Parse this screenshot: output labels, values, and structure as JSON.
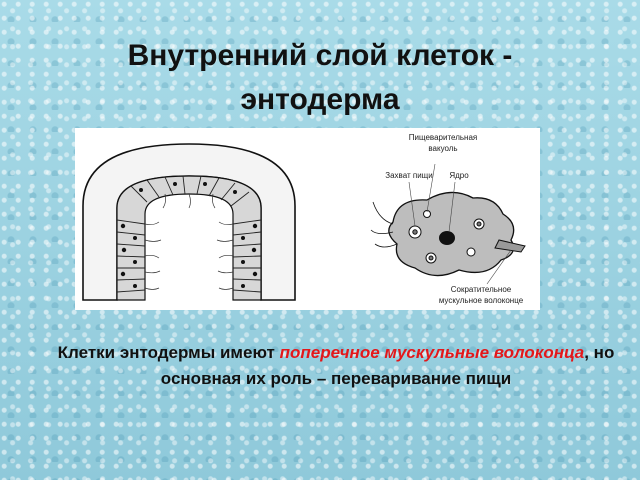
{
  "slide": {
    "title_line1": "Внутренний слой клеток -",
    "title_line2": "энтодерма"
  },
  "diagram": {
    "labels": {
      "digestive_vacuole_line1": "Пищеварительная",
      "digestive_vacuole_line2": "вакуоль",
      "food_capture": "Захват пищи",
      "nucleus": "Ядро",
      "contractile_fiber_line1": "Сократительное",
      "contractile_fiber_line2": "мускульное волоконце"
    }
  },
  "caption": {
    "part1": "Клетки энтодермы имеют ",
    "highlight": "поперечное мускульные волоконца",
    "part2": ", но основная их роль – переваривание пищи"
  },
  "colors": {
    "highlight": "#e3181b"
  }
}
